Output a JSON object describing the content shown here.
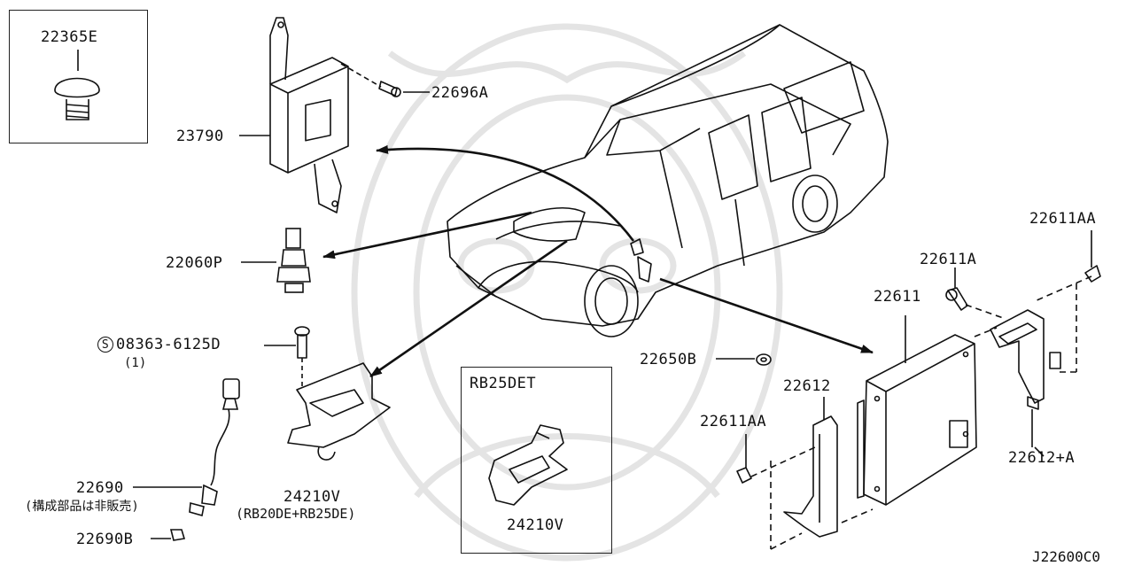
{
  "diagram_id": "J22600C0",
  "inset_top_left": {
    "part": "22365E"
  },
  "inset_bottom": {
    "title": "RB25DET",
    "part": "24210V"
  },
  "labels": {
    "p23790": "23790",
    "p22696A": "22696A",
    "p22060P": "22060P",
    "p08363": "08363-6125D",
    "p08363_symbol": "S",
    "p08363_qty": "(1)",
    "p22690": "22690",
    "p22690_note": "(構成部品は非販売)",
    "p22690B": "22690B",
    "p24210V": "24210V",
    "p24210V_note": "(RB20DE+RB25DE)",
    "p22650B": "22650B",
    "p22611": "22611",
    "p22611A": "22611A",
    "p22611AA_top": "22611AA",
    "p22611AA_left": "22611AA",
    "p22612": "22612",
    "p22612A": "22612+A"
  }
}
